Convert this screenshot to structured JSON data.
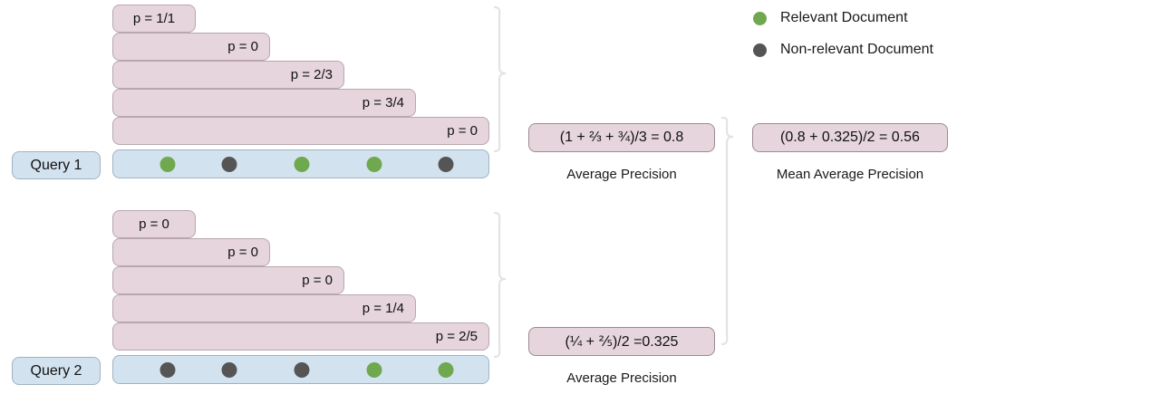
{
  "legend": {
    "items": [
      {
        "label": "Relevant Document",
        "color": "#6fa84f",
        "icon": "relevant-dot-icon"
      },
      {
        "label": "Non-relevant Document",
        "color": "#555555",
        "icon": "nonrelevant-dot-icon"
      }
    ]
  },
  "colors": {
    "precision_bar_fill": "#e6d5dd",
    "precision_bar_border": "#b8a7ae",
    "document_row_fill": "#d3e2ef",
    "document_row_border": "#9fb3c2",
    "relevant": "#6fa84f",
    "nonrelevant": "#555555",
    "brace": "#e3e3e3"
  },
  "queries": [
    {
      "label": "Query 1",
      "precision_steps": [
        {
          "text": "p = 1/1"
        },
        {
          "text": "p = 0"
        },
        {
          "text": "p = 2/3"
        },
        {
          "text": "p = 3/4"
        },
        {
          "text": "p = 0"
        }
      ],
      "documents": [
        {
          "relevance": "relevant"
        },
        {
          "relevance": "nonrelevant"
        },
        {
          "relevance": "relevant"
        },
        {
          "relevance": "relevant"
        },
        {
          "relevance": "nonrelevant"
        }
      ],
      "average_precision": {
        "formula": "(1 + ⅔ + ¾)/3 = 0.8",
        "caption": "Average Precision"
      }
    },
    {
      "label": "Query 2",
      "precision_steps": [
        {
          "text": "p = 0"
        },
        {
          "text": "p = 0"
        },
        {
          "text": "p = 0"
        },
        {
          "text": "p = 1/4"
        },
        {
          "text": "p = 2/5"
        }
      ],
      "documents": [
        {
          "relevance": "nonrelevant"
        },
        {
          "relevance": "nonrelevant"
        },
        {
          "relevance": "nonrelevant"
        },
        {
          "relevance": "relevant"
        },
        {
          "relevance": "relevant"
        }
      ],
      "average_precision": {
        "formula": "(¼ + ⅖)/2 =0.325",
        "caption": "Average Precision"
      }
    }
  ],
  "mean_average_precision": {
    "formula": "(0.8 + 0.325)/2 = 0.56",
    "caption": "Mean Average Precision"
  }
}
